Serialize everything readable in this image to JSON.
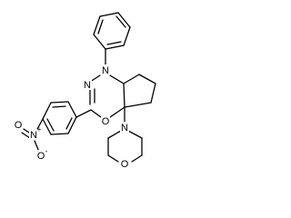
{
  "molecule": {
    "atoms": {
      "n_phenyl": "N",
      "n_imine": "N",
      "o_ring": "O",
      "n_morpholine": "N",
      "o_morpholine": "O",
      "n_nitro": "N",
      "o_nitro_double": "O",
      "o_nitro_single": "O",
      "charge_plus": "+",
      "charge_minus": "-"
    }
  }
}
